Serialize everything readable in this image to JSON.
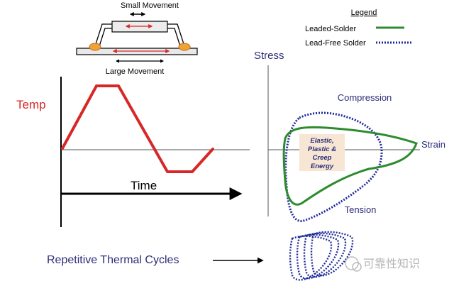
{
  "colors": {
    "temp_curve": "#d62828",
    "leaded": "#2e8b2e",
    "leadfree": "#1f2a9a",
    "label_blue": "#2d2d7a",
    "label_red": "#d62828",
    "energy_box": "#f7e6d3",
    "component_body": "#ececec",
    "board": "#e8e8e8",
    "solder": "#f0a23a"
  },
  "schematic": {
    "top_label": "Small Movement",
    "bottom_label": "Large Movement"
  },
  "temp_plot": {
    "ylabel": "Temp",
    "xlabel": "Time"
  },
  "legend": {
    "title": "Legend",
    "items": [
      {
        "name": "Leaded-Solder",
        "style": "solid",
        "color": "#2e8b2e"
      },
      {
        "name": "Lead-Free Solder",
        "style": "dotted",
        "color": "#1f2a9a"
      }
    ]
  },
  "stress_plot": {
    "ylabel": "Stress",
    "xlabel": "Strain",
    "upper_label": "Compression",
    "lower_label": "Tension",
    "energy_lines": [
      "Elastic,",
      "Plastic &",
      "Creep",
      "Energy"
    ]
  },
  "bottom_caption": "Repetitive Thermal Cycles",
  "watermark": "可靠性知识"
}
